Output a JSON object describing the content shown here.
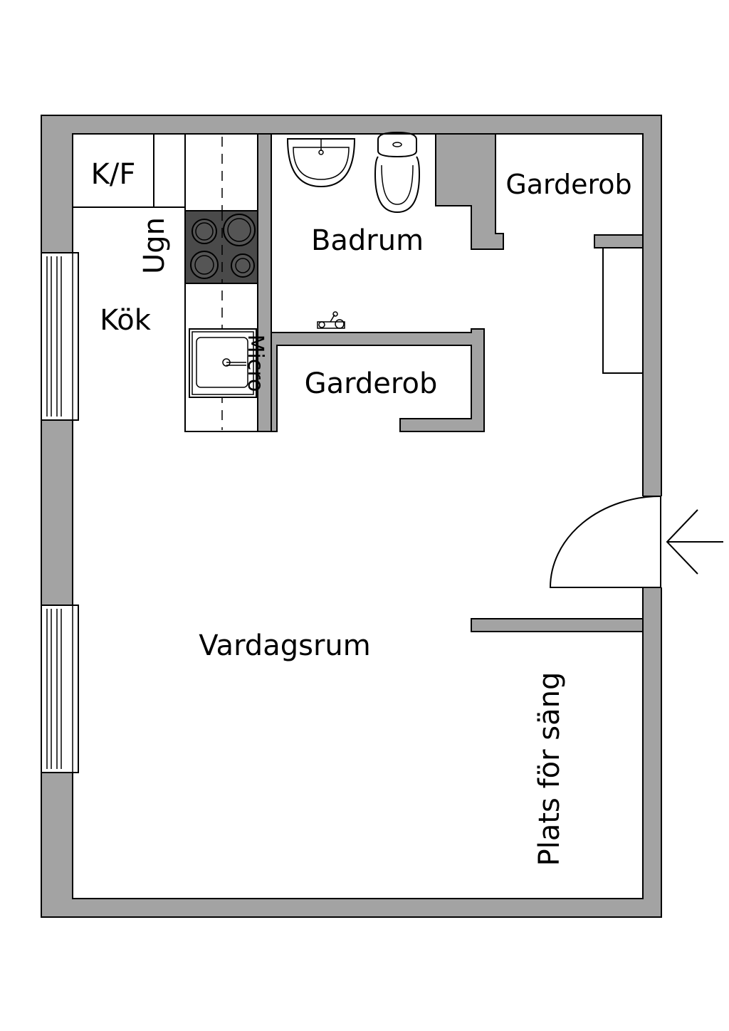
{
  "rooms": {
    "kitchen": "Kök",
    "fridge_freezer": "K/F",
    "oven": "Ugn",
    "microwave": "Micro",
    "bathroom": "Badrum",
    "wardrobe_top": "Garderob",
    "wardrobe_middle": "Garderob",
    "living_room": "Vardagsrum",
    "bed_area": "Plats för säng"
  },
  "colors": {
    "wall": "#a3a3a3",
    "stove": "#4a4a4a",
    "line": "#000000"
  }
}
